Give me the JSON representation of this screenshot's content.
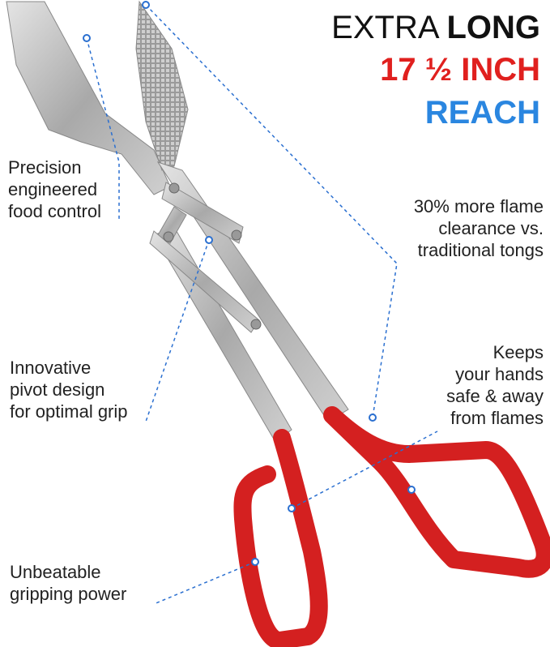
{
  "headline": {
    "line1_regular": "EXTRA",
    "line1_bold": "LONG",
    "line2": "17 ½ INCH",
    "line3": "REACH"
  },
  "colors": {
    "red": "#e0201e",
    "blue": "#2a86e0",
    "handle": "#d42020",
    "steel": "#b8b8b8",
    "callout": "#2a6fd0"
  },
  "callouts": {
    "precision": [
      "Precision",
      "engineered",
      "food control"
    ],
    "flame": [
      "30% more flame",
      "clearance vs.",
      "traditional tongs"
    ],
    "hands": [
      "Keeps",
      "your hands",
      "safe & away",
      "from flames"
    ],
    "pivot": [
      "Innovative",
      "pivot design",
      "for optimal grip"
    ],
    "grip": [
      "Unbeatable",
      "gripping power"
    ]
  }
}
